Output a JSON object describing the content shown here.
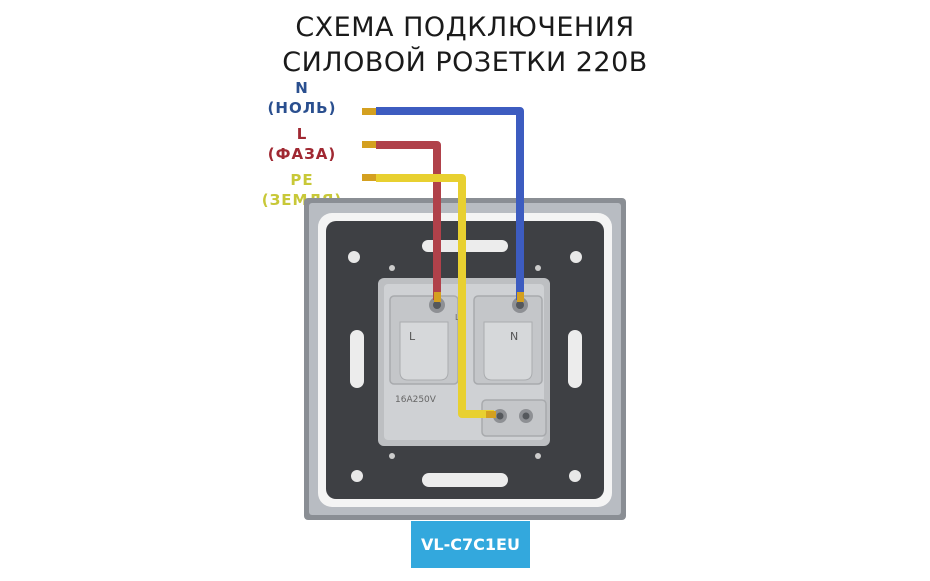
{
  "title": {
    "line1": "СХЕМА ПОДКЛЮЧЕНИЯ",
    "line2": "СИЛОВОЙ РОЗЕТКИ 220В"
  },
  "wires": [
    {
      "code": "N",
      "name": "(НОЛЬ)",
      "color": "#2a4f8f",
      "wire_color": "#3d5cc0"
    },
    {
      "code": "L",
      "name": "(ФАЗА)",
      "color": "#a02832",
      "wire_color": "#b0414a"
    },
    {
      "code": "PE",
      "name": "(ЗЕМЛЯ)",
      "color": "#c8c838",
      "wire_color": "#e8d030"
    }
  ],
  "socket": {
    "terminal_left": "L",
    "terminal_right": "N",
    "rating": "16A250V",
    "brand": "LZ"
  },
  "model": "VL-C7C1EU"
}
